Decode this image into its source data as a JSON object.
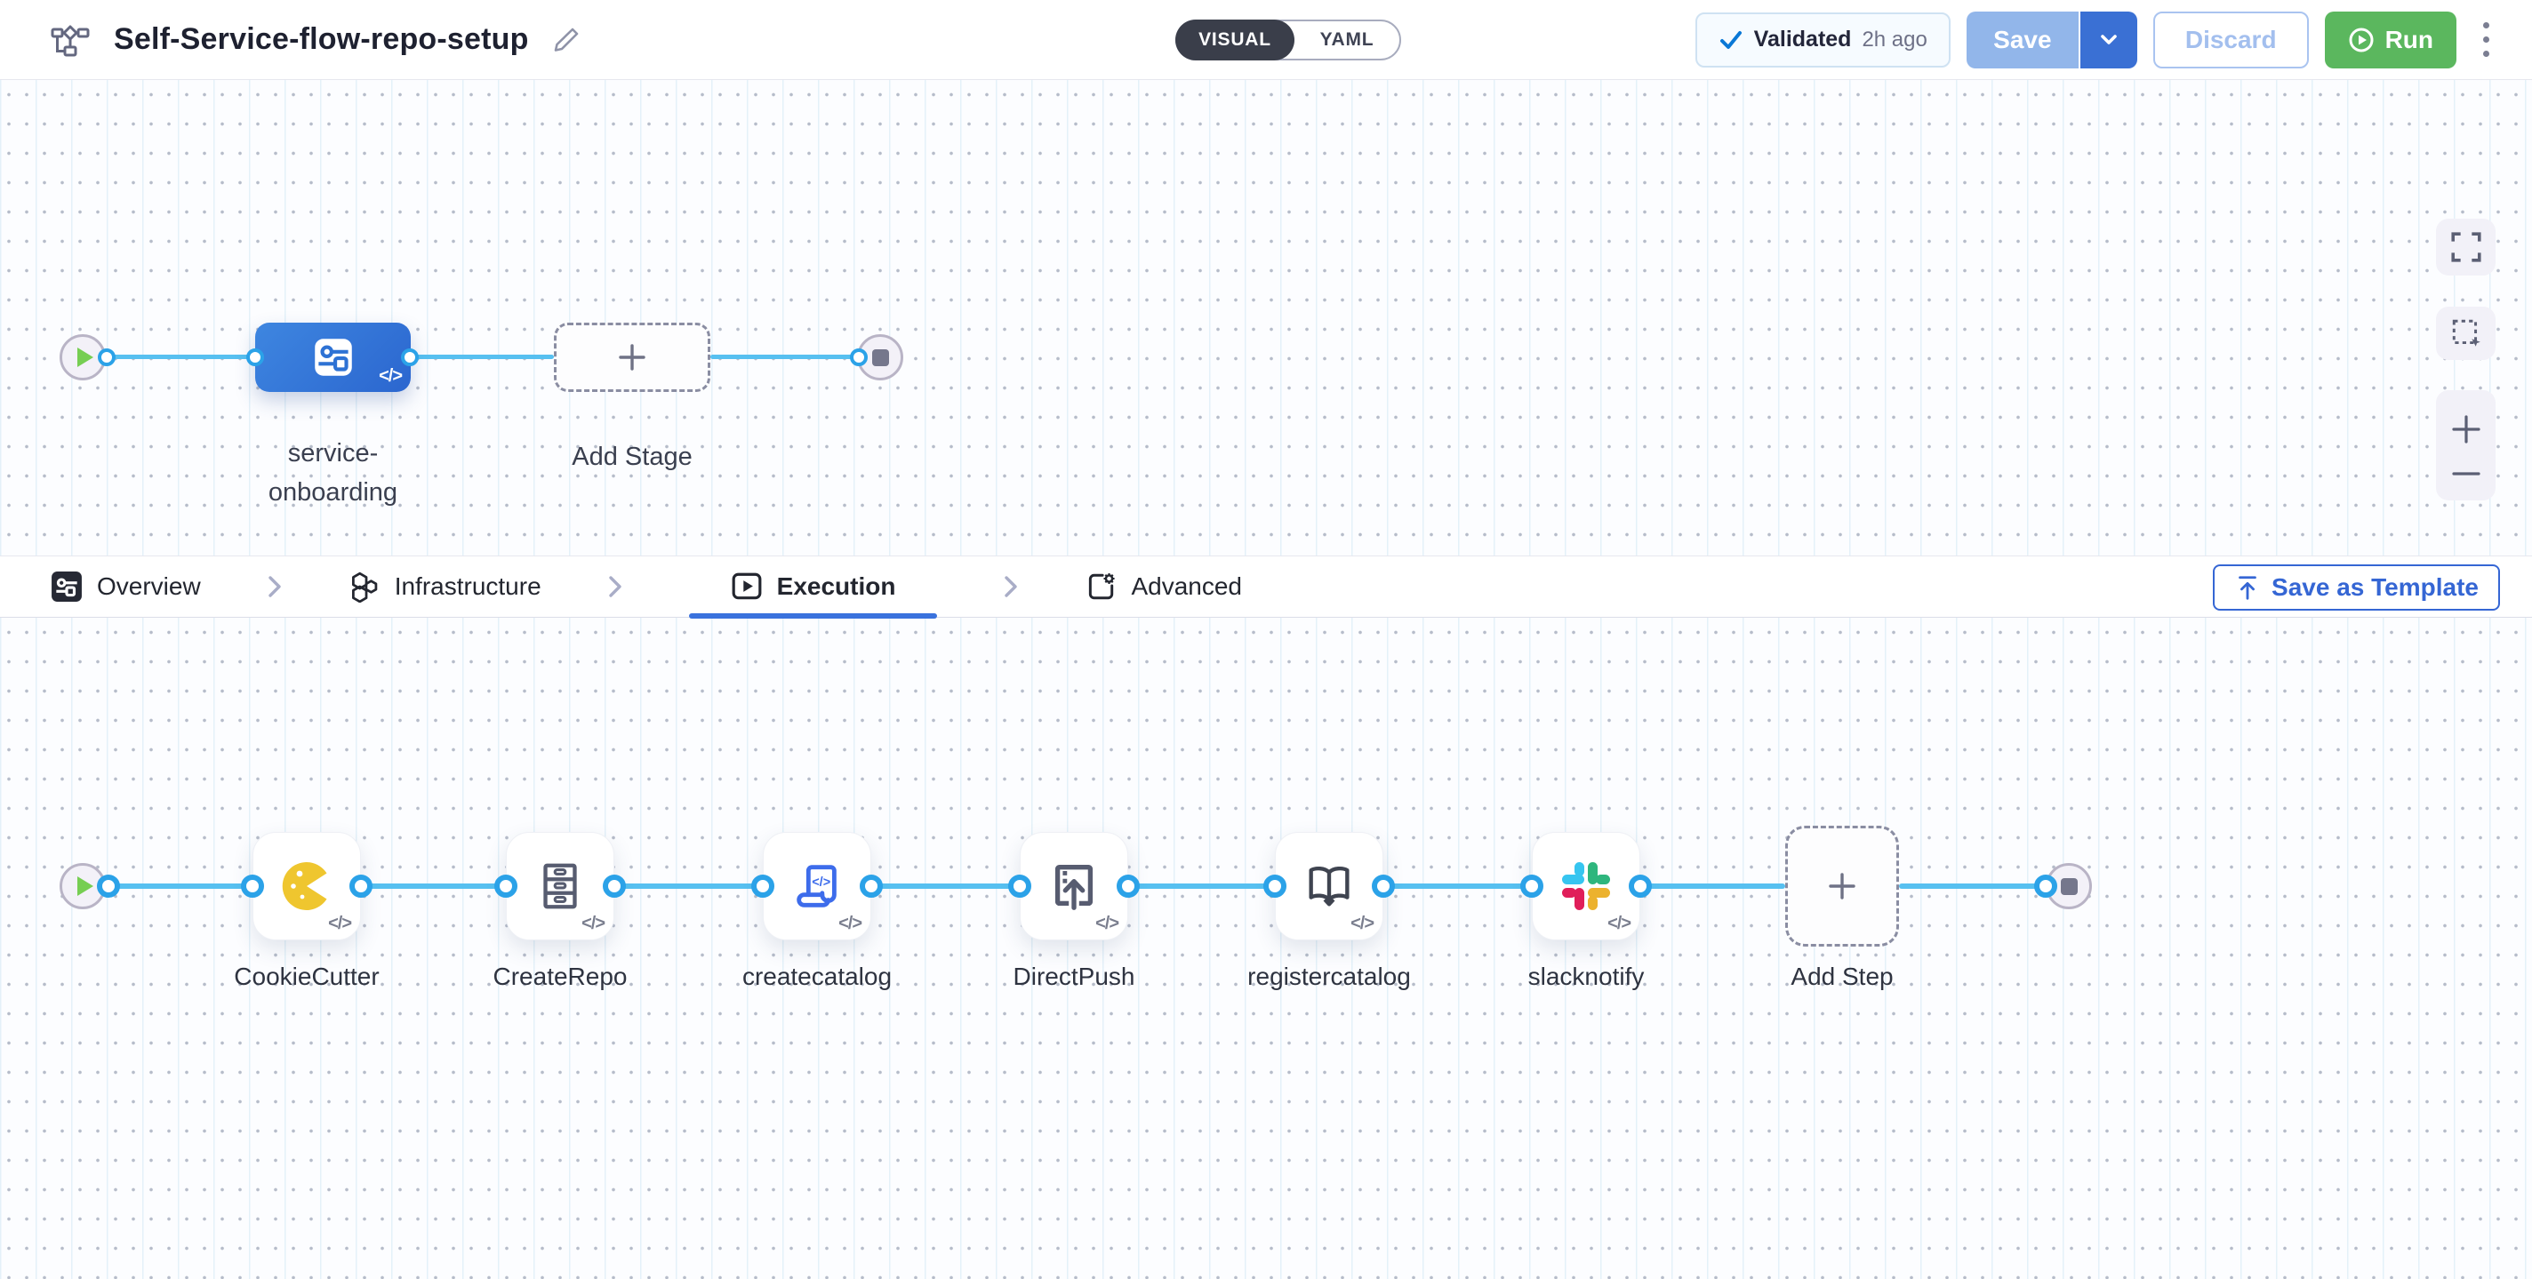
{
  "header": {
    "title": "Self-Service-flow-repo-setup",
    "mode_toggle": {
      "visual": "VISUAL",
      "yaml": "YAML"
    },
    "validated": {
      "label": "Validated",
      "time": "2h ago"
    },
    "save_label": "Save",
    "discard_label": "Discard",
    "run_label": "Run"
  },
  "tabs": {
    "items": [
      {
        "label": "Overview"
      },
      {
        "label": "Infrastructure"
      },
      {
        "label": "Execution"
      },
      {
        "label": "Advanced"
      }
    ],
    "active_tab": "Execution",
    "save_as_template": "Save as Template"
  },
  "stage_canvas": {
    "stage_label": "service-onboarding",
    "add_stage_label": "Add Stage"
  },
  "execution_canvas": {
    "steps": [
      {
        "label": "CookieCutter"
      },
      {
        "label": "CreateRepo"
      },
      {
        "label": "createcatalog"
      },
      {
        "label": "DirectPush"
      },
      {
        "label": "registercatalog"
      },
      {
        "label": "slacknotify"
      },
      {
        "label": "Add Step"
      }
    ],
    "add_step_label": "Add Step"
  },
  "ui": {
    "code_badge": "</>",
    "colors": {
      "accent_blue": "#3a70d4",
      "save_disabled_blue": "#92b6ea",
      "run_green": "#5bb75e",
      "edge_blue": "#57c0f0",
      "port_ring": "#2ba2e8",
      "stage_node_blue": "#2f6fd4",
      "active_tab_underline": "#3a72dd",
      "validated_check": "#0a78d6",
      "slack_blue": "#36C5F0",
      "slack_green": "#2EB67D",
      "slack_yellow": "#ECB22E",
      "slack_red": "#E01E5A",
      "cookie_yellow": "#EFC62F"
    }
  }
}
